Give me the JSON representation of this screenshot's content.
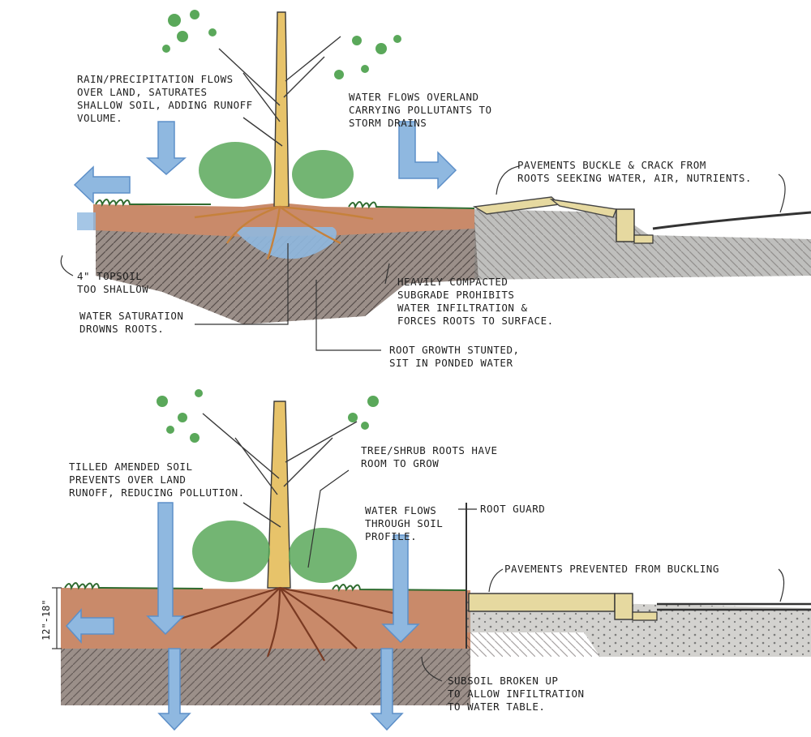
{
  "top_section": {
    "rain_note": "RAIN/PRECIPITATION FLOWS\nOVER LAND, SATURATES\nSHALLOW SOIL, ADDING RUNOFF\nVOLUME.",
    "overland_note": "WATER FLOWS OVERLAND\nCARRYING POLLUTANTS TO\nSTORM DRAINS",
    "buckle_note": "PAVEMENTS BUCKLE & CRACK FROM\nROOTS SEEKING WATER, AIR, NUTRIENTS.",
    "topsoil_note": "4\" TOPSOIL\nTOO SHALLOW",
    "saturation_note": "WATER SATURATION\nDROWNS ROOTS.",
    "compacted_note": "HEAVILY COMPACTED\nSUBGRADE PROHIBITS\nWATER INFILTRATION &\nFORCES ROOTS TO SURFACE.",
    "stunted_note": "ROOT GROWTH STUNTED,\nSIT IN PONDED WATER"
  },
  "bottom_section": {
    "tilled_note": "TILLED AMENDED SOIL\nPREVENTS OVER LAND\nRUNOFF, REDUCING POLLUTION.",
    "roots_room_note": "TREE/SHRUB ROOTS HAVE\nROOM TO GROW",
    "flows_through_note": "WATER FLOWS\nTHROUGH SOIL\nPROFILE.",
    "root_guard_note": "ROOT GUARD",
    "prevented_note": "PAVEMENTS PREVENTED FROM BUCKLING",
    "depth_note": "12\"-18\"",
    "subsoil_note": "SUBSOIL BROKEN UP\nTO ALLOW INFILTRATION\nTO WATER TABLE."
  },
  "colors": {
    "topsoil": "#c98a6a",
    "subsoil": "#7a6a62",
    "water": "#8fb8e0",
    "water_dark": "#5d8fc8",
    "tree": "#e7c36a",
    "foliage": "#5aa85a",
    "pavement": "#e6d9a0",
    "ink": "#1f1f1f"
  }
}
